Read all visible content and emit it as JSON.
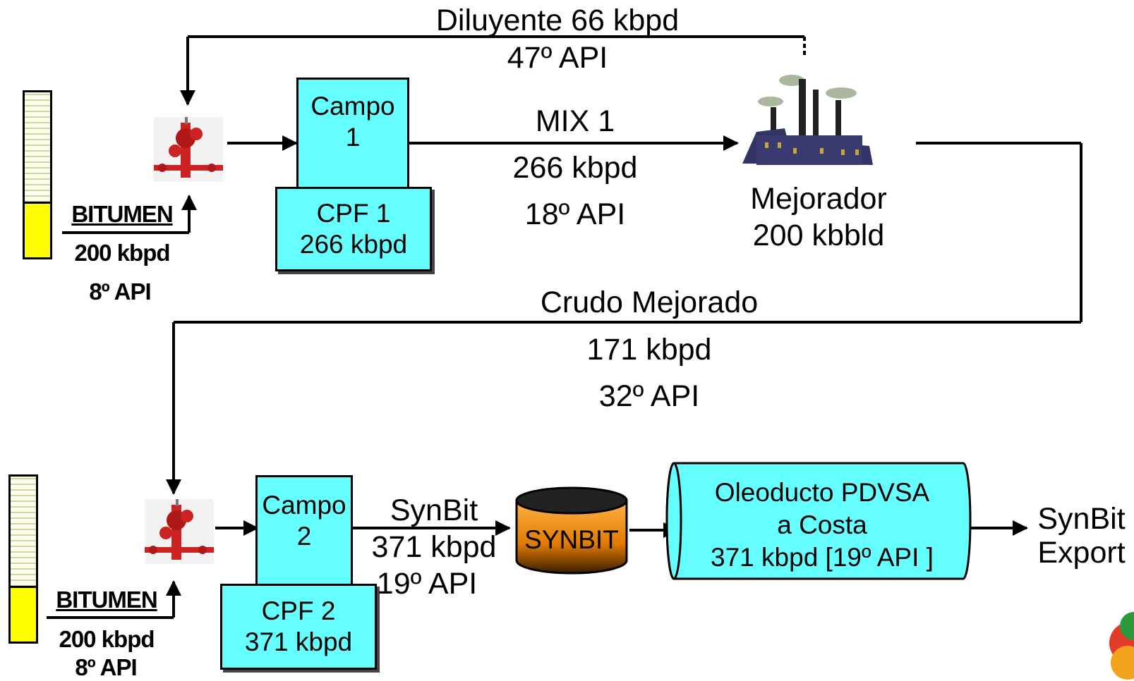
{
  "diluyente": {
    "line1": "Diluyente 66 kbpd",
    "line2": "47º API"
  },
  "mix1": {
    "name": "MIX 1",
    "rate": "266 kbpd",
    "api": "18º API"
  },
  "campo1": {
    "label": "Campo\n1",
    "cpf": "CPF 1\n266 kbpd"
  },
  "bitumen1": {
    "name": "BITUMEN",
    "rate": "200 kbpd",
    "api": "8º API"
  },
  "mejorador": {
    "name": "Mejorador",
    "capacity": "200 kbbld"
  },
  "crudo": {
    "name": "Crudo Mejorado",
    "rate": "171 kbpd",
    "api": "32º API"
  },
  "campo2": {
    "label": "Campo\n2",
    "cpf": "CPF 2\n371 kbpd"
  },
  "bitumen2": {
    "name": "BITUMEN",
    "rate": "200 kbpd",
    "api": "8º API"
  },
  "synbit": {
    "name": "SynBit",
    "rate": "371 kbpd",
    "api": "19º API"
  },
  "synbit_tank": {
    "label": "SYNBIT"
  },
  "oleoducto": {
    "label": "Oleoducto PDVSA\na Costa\n371 kbpd [19º API ]"
  },
  "export": {
    "label": "SynBit\nExport"
  },
  "colors": {
    "box": "#66ffff",
    "tank_fill": "#ffff00",
    "synbit_tank": "#ff9900",
    "wellhead": "#cc2222",
    "refinery": "#333366"
  },
  "icons": [
    "wellhead-icon",
    "refinery-icon",
    "storage-tank-icon",
    "logo-icon"
  ]
}
